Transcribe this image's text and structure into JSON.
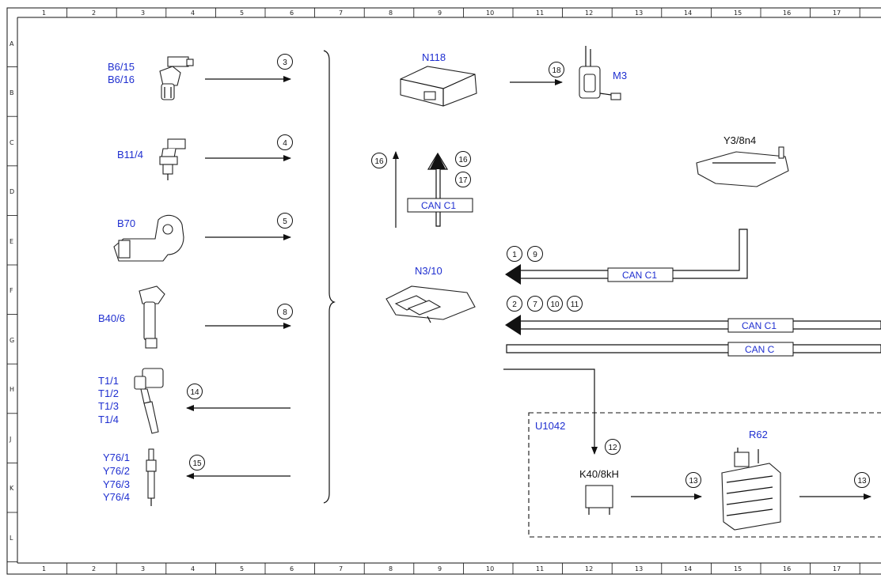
{
  "grid": {
    "columns": [
      "1",
      "2",
      "3",
      "4",
      "5",
      "6",
      "7",
      "8",
      "9",
      "10",
      "11",
      "12",
      "13",
      "14",
      "15",
      "16",
      "17"
    ],
    "rows": [
      "A",
      "B",
      "C",
      "D",
      "E",
      "F",
      "G",
      "H",
      "J",
      "K",
      "L"
    ]
  },
  "components": {
    "b6": [
      "B6/15",
      "B6/16"
    ],
    "b11": [
      "B11/4"
    ],
    "b70": [
      "B70"
    ],
    "b40": [
      "B40/6"
    ],
    "t1": [
      "T1/1",
      "T1/2",
      "T1/3",
      "T1/4"
    ],
    "y76": [
      "Y76/1",
      "Y76/2",
      "Y76/3",
      "Y76/4"
    ],
    "n118": "N118",
    "m3": "M3",
    "y3": "Y3/8n4",
    "n3": "N3/10",
    "u1042": "U1042",
    "r62": "R62",
    "k40": "K40/8kH"
  },
  "markers": {
    "m3": "3",
    "m4": "4",
    "m5": "5",
    "m8": "8",
    "m14": "14",
    "m15": "15",
    "m18": "18",
    "m16a": "16",
    "m16b": "16",
    "m17": "17",
    "m1": "1",
    "m9": "9",
    "m2": "2",
    "m7": "7",
    "m10": "10",
    "m11": "11",
    "m12": "12",
    "m13a": "13",
    "m13b": "13"
  },
  "buses": {
    "bus1": "CAN C1",
    "bus2": "CAN C1",
    "bus3": "CAN C1",
    "bus4": "CAN C"
  }
}
